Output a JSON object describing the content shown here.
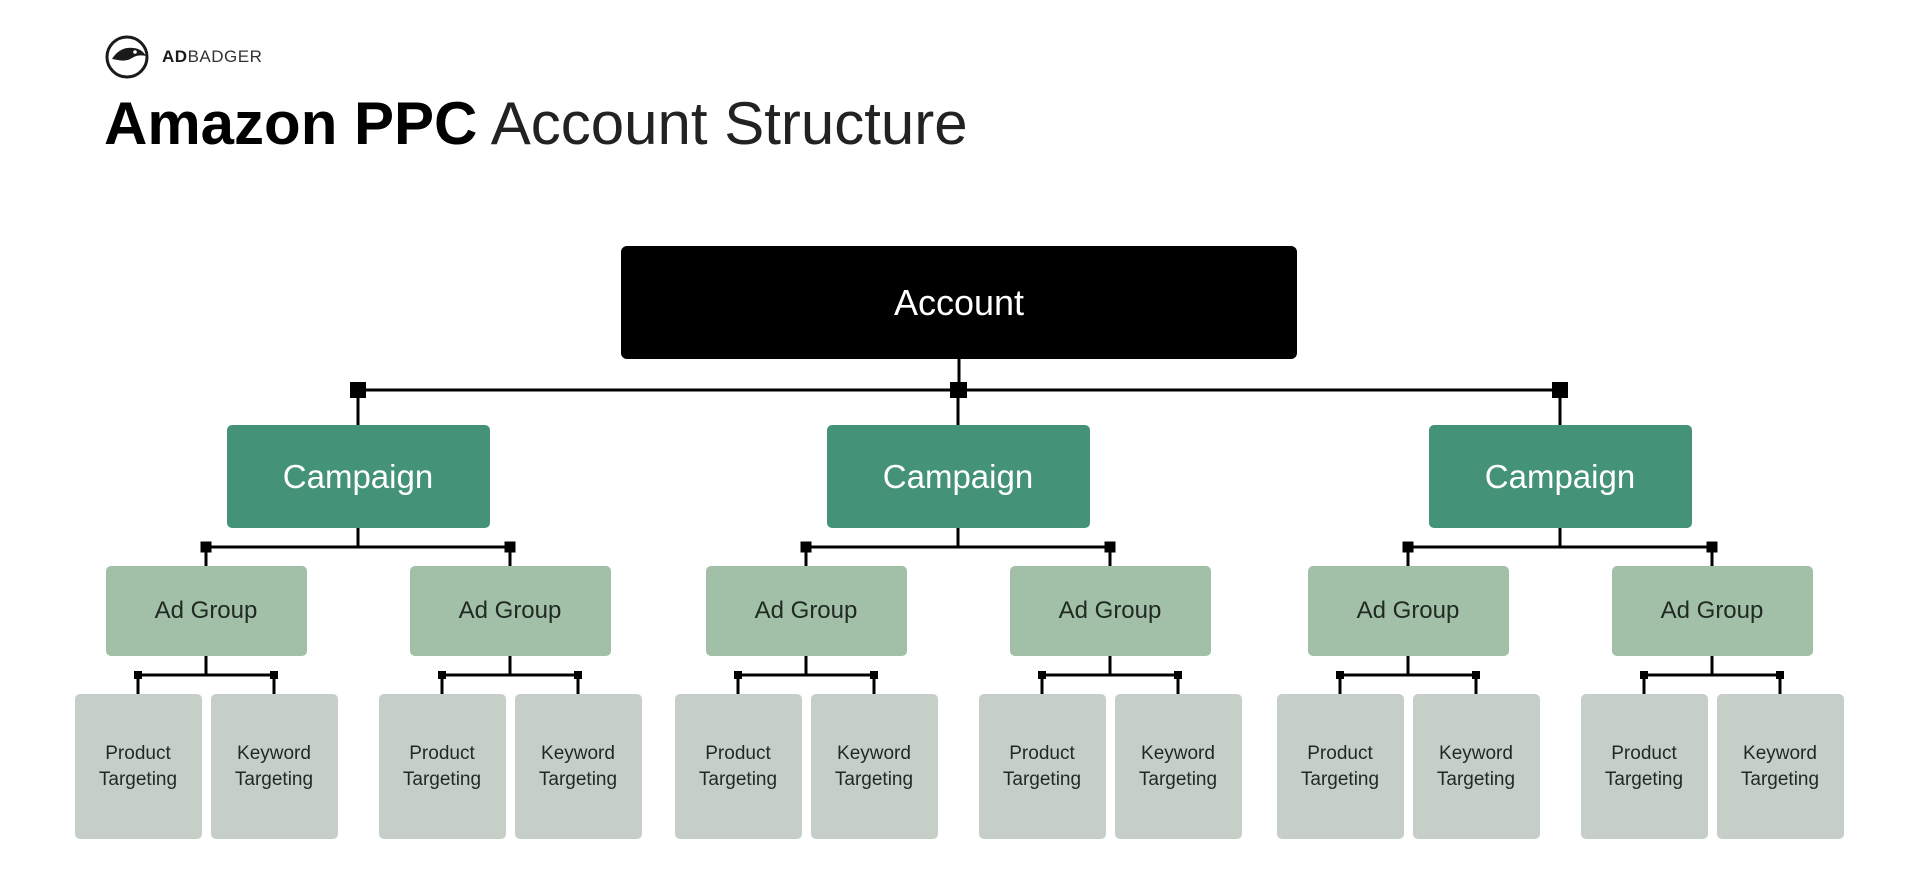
{
  "brand": {
    "bold": "AD",
    "light": "BADGER"
  },
  "title": {
    "bold": "Amazon PPC",
    "light": "Account Structure"
  },
  "account": {
    "label": "Account",
    "color": "#000000"
  },
  "campaigns": [
    {
      "label": "Campaign",
      "ad_groups": [
        {
          "label": "Ad Group",
          "targets": [
            {
              "line1": "Product",
              "line2": "Targeting"
            },
            {
              "line1": "Keyword",
              "line2": "Targeting"
            }
          ]
        },
        {
          "label": "Ad Group",
          "targets": [
            {
              "line1": "Product",
              "line2": "Targeting"
            },
            {
              "line1": "Keyword",
              "line2": "Targeting"
            }
          ]
        }
      ]
    },
    {
      "label": "Campaign",
      "ad_groups": [
        {
          "label": "Ad Group",
          "targets": [
            {
              "line1": "Product",
              "line2": "Targeting"
            },
            {
              "line1": "Keyword",
              "line2": "Targeting"
            }
          ]
        },
        {
          "label": "Ad Group",
          "targets": [
            {
              "line1": "Product",
              "line2": "Targeting"
            },
            {
              "line1": "Keyword",
              "line2": "Targeting"
            }
          ]
        }
      ]
    },
    {
      "label": "Campaign",
      "ad_groups": [
        {
          "label": "Ad Group",
          "targets": [
            {
              "line1": "Product",
              "line2": "Targeting"
            },
            {
              "line1": "Keyword",
              "line2": "Targeting"
            }
          ]
        },
        {
          "label": "Ad Group",
          "targets": [
            {
              "line1": "Product",
              "line2": "Targeting"
            },
            {
              "line1": "Keyword",
              "line2": "Targeting"
            }
          ]
        }
      ]
    }
  ],
  "colors": {
    "campaign": "#449277",
    "ad_group": "#a2bfa7",
    "targeting": "#c6cec8",
    "connector": "#000000"
  }
}
